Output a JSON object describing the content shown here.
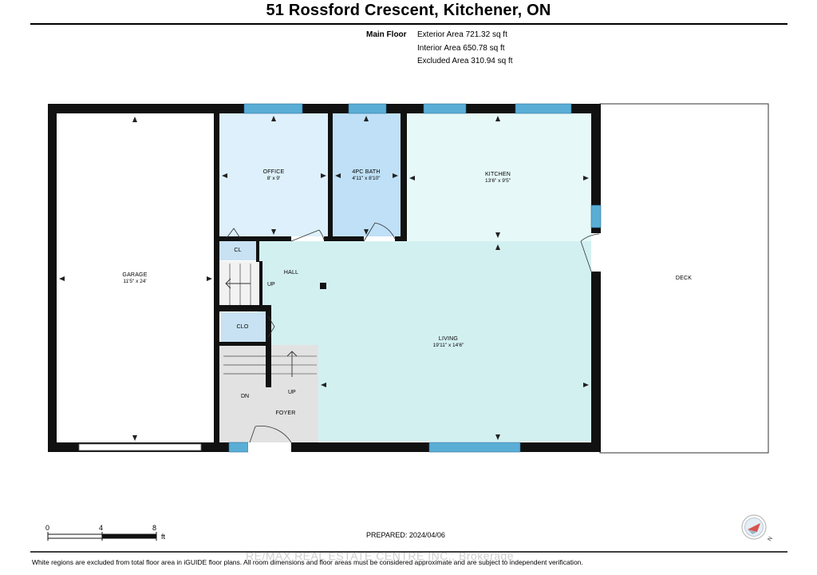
{
  "title": "51 Rossford Crescent, Kitchener, ON",
  "floor_label": "Main Floor",
  "areas": {
    "exterior": "Exterior Area 721.32 sq ft",
    "interior": "Interior Area 650.78 sq ft",
    "excluded": "Excluded Area 310.94 sq ft"
  },
  "rooms": {
    "garage": {
      "name": "GARAGE",
      "dims": "11'5\" x 24'"
    },
    "office": {
      "name": "OFFICE",
      "dims": "8' x 9'"
    },
    "bath": {
      "name": "4PC BATH",
      "dims": "4'11\" x 8'10\""
    },
    "kitchen": {
      "name": "KITCHEN",
      "dims": "13'6\" x 9'5\""
    },
    "living": {
      "name": "LIVING",
      "dims": "19'11\" x 14'6\""
    },
    "hall": {
      "name": "HALL"
    },
    "foyer": {
      "name": "FOYER"
    },
    "deck": {
      "name": "DECK"
    },
    "cl": {
      "name": "CL"
    },
    "clo": {
      "name": "CLO"
    }
  },
  "stairs": {
    "up1": "UP",
    "up2": "UP",
    "dn": "DN"
  },
  "scale": {
    "zero": "0",
    "four": "4",
    "eight": "8",
    "unit": "ft"
  },
  "prepared": "PREPARED: 2024/04/06",
  "footer": "White regions are excluded from total floor area in iGUIDE floor plans. All room dimensions and floor areas must be considered approximate and are subject to independent verification.",
  "watermark": "RE/MAX REAL ESTATE CENTRE INC., Brokerage",
  "compass_label": "N",
  "colors": {
    "wall": "#111111",
    "bath_fill": "#bfe0f7",
    "office_fill": "#ddf0fb",
    "kitchen_fill": "#e6f9f8",
    "living_fill": "#d3f0f1",
    "foyer_fill": "#e2e2e2",
    "closet_fill": "#c8e2f3",
    "window": "#5aaed6"
  }
}
